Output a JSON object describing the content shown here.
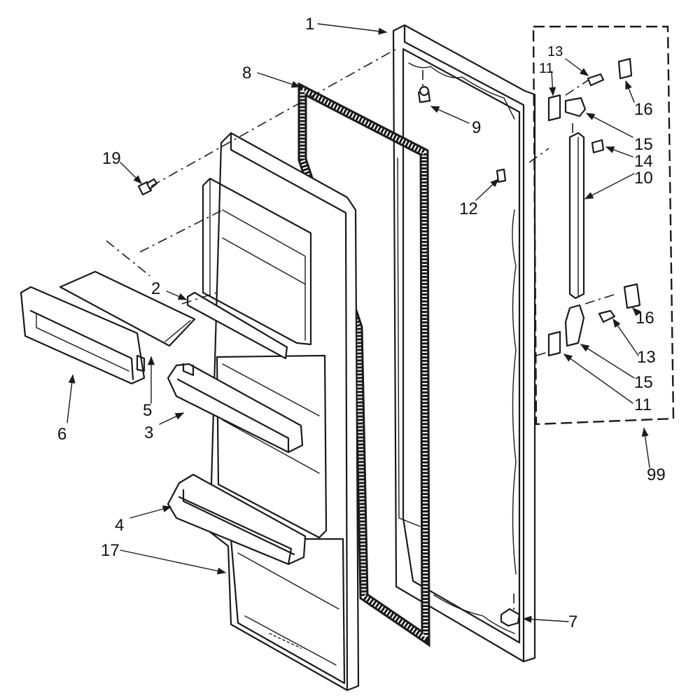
{
  "callouts": {
    "c1": "1",
    "c2": "2",
    "c3": "3",
    "c4": "4",
    "c5": "5",
    "c6": "6",
    "c7": "7",
    "c8": "8",
    "c9": "9",
    "c10": "10",
    "c11a": "11",
    "c11b": "11",
    "c12": "12",
    "c13a": "13",
    "c13b": "13",
    "c14": "14",
    "c15a": "15",
    "c15b": "15",
    "c16a": "16",
    "c16b": "16",
    "c17": "17",
    "c19": "19",
    "c99": "99"
  }
}
